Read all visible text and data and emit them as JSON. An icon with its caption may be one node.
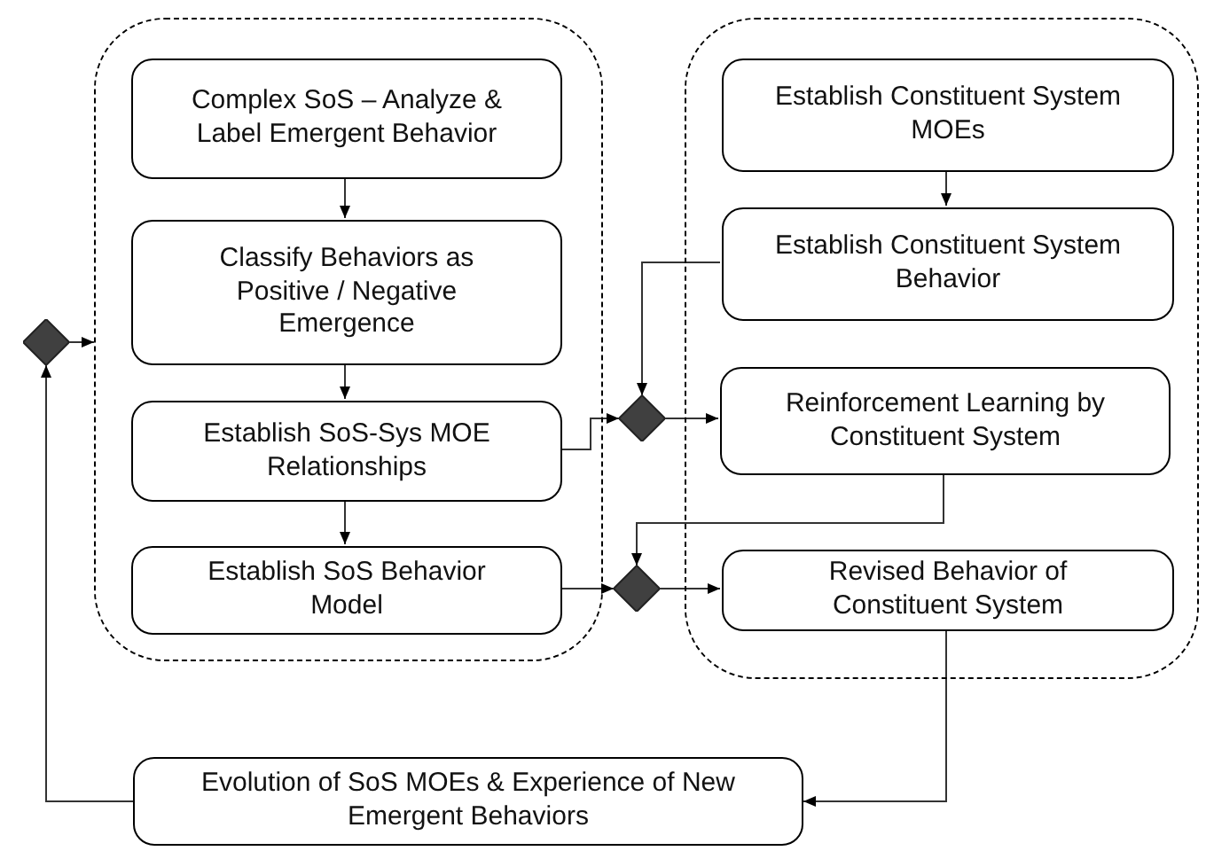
{
  "diagram": {
    "nodes": [
      {
        "text": [],
        "shape": "box"
      },
      {
        "text": [
          "Complex SoS – Analyze & Label Emergent Behavior"
        ],
        "in": 0
      },
      {
        "text": [
          "Classify Behaviors as Positive / Negative Emergence"
        ],
        "in": 0
      },
      {
        "text": [
          "Establish SoS-Sys MOE Relationships"
        ],
        "in": 0
      },
      {
        "text": [
          "Establish SoS Behavior Model"
        ],
        "in": 0
      },
      {
        "text": [],
        "shape": "box"
      },
      {
        "text": [
          "Establish Constituent System MOEs"
        ],
        "in": 5
      },
      {
        "text": [
          "Establish Constituent System Behavior"
        ],
        "in": 5
      },
      {
        "text": [
          "Reinforcement Learning by Constituent System"
        ],
        "in": 5
      },
      {
        "text": [
          "Revised Behavior of Constituent System"
        ],
        "in": 5
      },
      {
        "text": [
          "Evolution of SoS MOEs & Experience of New Emergent Behaviors"
        ]
      },
      {
        "text": [],
        "shape": "diamond"
      },
      {
        "text": [],
        "shape": "diamond"
      },
      {
        "text": [],
        "shape": "diamond"
      }
    ],
    "edges": [
      {
        "from": 1,
        "to": 2,
        "arrow": "to"
      },
      {
        "from": 2,
        "to": 3,
        "arrow": "to"
      },
      {
        "from": 3,
        "to": 4,
        "arrow": "to"
      },
      {
        "from": 6,
        "to": 7,
        "arrow": "to"
      },
      {
        "from": 7,
        "to": 12,
        "arrow": "to"
      },
      {
        "from": 3,
        "to": 12,
        "arrow": "to"
      },
      {
        "from": 12,
        "to": 8,
        "arrow": "to"
      },
      {
        "from": 8,
        "to": 13,
        "arrow": "to"
      },
      {
        "from": 4,
        "to": 13,
        "arrow": "to"
      },
      {
        "from": 13,
        "to": 9,
        "arrow": "to"
      },
      {
        "from": 9,
        "to": 10,
        "arrow": "to"
      },
      {
        "from": 10,
        "to": 11,
        "arrow": "to"
      },
      {
        "from": 11,
        "to": 0,
        "arrow": "to"
      }
    ]
  }
}
